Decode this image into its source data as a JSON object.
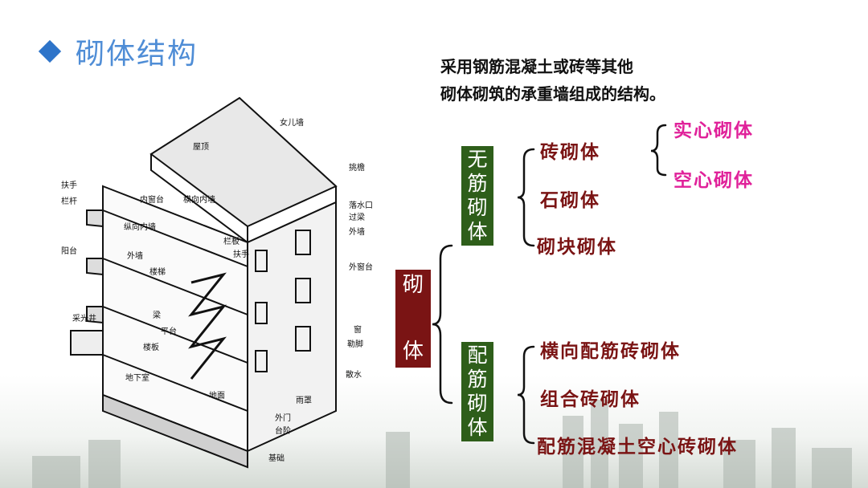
{
  "slide": {
    "title": "砌体结构",
    "description": [
      "采用钢筋混凝土或砖等其他",
      "砌体砌筑的承重墙组成的结构。"
    ]
  },
  "illustration": {
    "labels": [
      "女儿墙",
      "屋顶",
      "挑檐",
      "扶手",
      "栏杆",
      "内窗台",
      "横向内墙",
      "落水口",
      "过梁",
      "外墙",
      "纵向内墙",
      "栏板",
      "阳台",
      "外墙",
      "扶手",
      "外窗台",
      "楼梯",
      "梁",
      "采光井",
      "平台",
      "窗",
      "勒脚",
      "楼板",
      "地下室",
      "散水",
      "地面",
      "雨罩",
      "外门",
      "台阶",
      "基础"
    ]
  },
  "tree": {
    "root": [
      "砌",
      "体"
    ],
    "groups": [
      {
        "label": [
          "无",
          "筋",
          "砌",
          "体"
        ],
        "items": [
          "砖砌体",
          "石砌体",
          "砌块砌体"
        ],
        "sub_items": [
          "实心砌体",
          "空心砌体"
        ]
      },
      {
        "label": [
          "配",
          "筋",
          "砌",
          "体"
        ],
        "items": [
          "横向配筋砖砌体",
          "组合砖砌体",
          "配筋混凝土空心砖砌体"
        ]
      }
    ]
  },
  "colors": {
    "title": "#4f8dd6",
    "diamond": "#2e74c9",
    "root_box": "#7a1414",
    "group_box": "#2e5e1a",
    "item_text": "#7a1414",
    "sub_item_text": "#e0229a"
  }
}
